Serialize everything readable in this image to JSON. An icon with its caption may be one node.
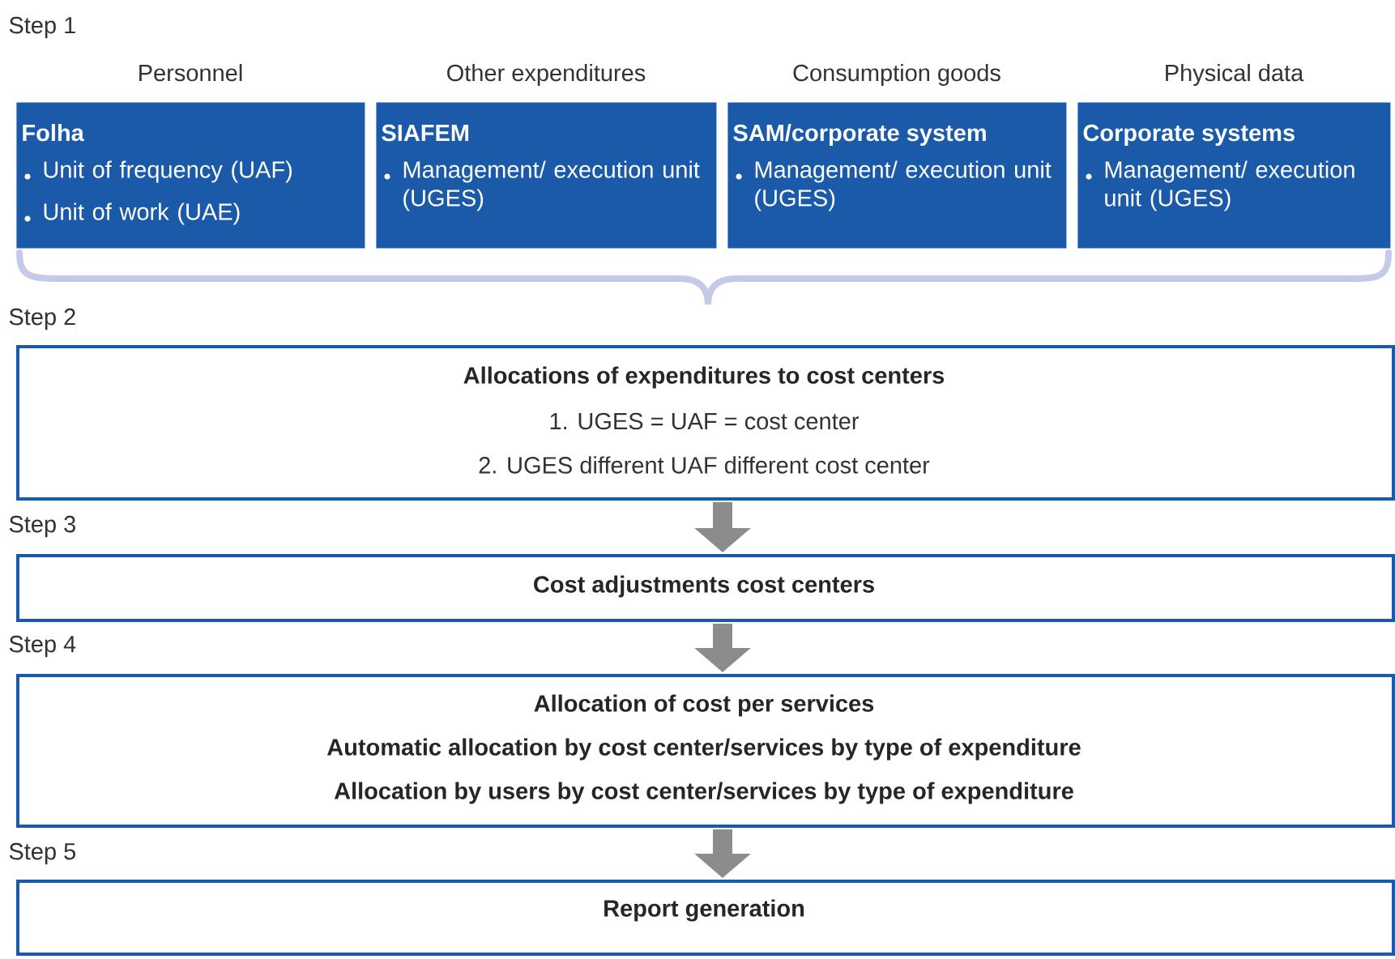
{
  "diagram": {
    "nodes": [
      {
        "text": [
          "Personnel",
          "Folha",
          "Unit of frequency (UAF)",
          "Unit of work (UAE)"
        ]
      },
      {
        "text": [
          "Other expenditures",
          "SIAFEM",
          "Management/ execution unit (UGES)"
        ]
      },
      {
        "text": [
          "Consumption goods",
          "SAM/corporate system",
          "Management/ execution unit (UGES)"
        ]
      },
      {
        "text": [
          "Physical data",
          "Corporate systems",
          "Management/ execution unit (UGES)"
        ]
      },
      {
        "text": [
          "Allocations of expenditures to cost centers",
          "1. UGES = UAF = cost center",
          "2. UGES different UAF different cost center"
        ]
      },
      {
        "text": [
          "Cost adjustments cost centers"
        ]
      },
      {
        "text": [
          "Allocation of cost per services",
          "Automatic allocation by cost center/services by type of expenditure",
          "Allocation by users by cost center/services by type of expenditure"
        ]
      },
      {
        "text": [
          "Report generation"
        ]
      }
    ],
    "edges": [
      {
        "from": 4,
        "to": 5,
        "arrow": "to"
      },
      {
        "from": 5,
        "to": 6,
        "arrow": "to"
      },
      {
        "from": 6,
        "to": 7,
        "arrow": "to"
      }
    ],
    "labels": [
      "Step 1",
      "Step 2",
      "Step 3",
      "Step 4",
      "Step 5"
    ]
  }
}
